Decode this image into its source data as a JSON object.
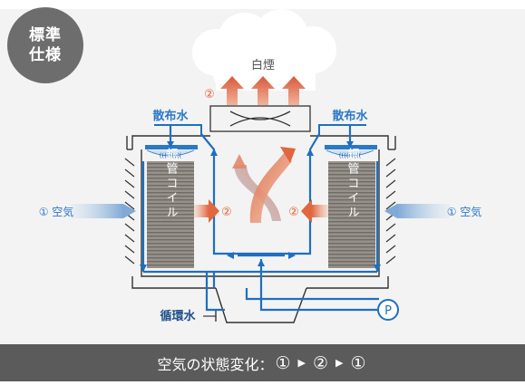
{
  "badge": {
    "line1": "標準",
    "line2": "仕様"
  },
  "cloud": {
    "label": "白煙"
  },
  "labels": {
    "spray_left": "散布水",
    "spray_right": "散布水",
    "coil_left": "銅管コイル",
    "coil_right": "銅管コイル",
    "air_left": "① 空気",
    "air_right": "① 空気",
    "state2": "②",
    "circulating_water": "循環水",
    "pump": "P"
  },
  "caption": {
    "prefix": "空気の状態変化：",
    "step1": "①",
    "step2": "②",
    "step3": "①",
    "arrow": "▶"
  },
  "colors": {
    "background": "#f3f3f3",
    "water_blue": "#1e6fc0",
    "label_blue": "#2a78c8",
    "state_orange": "#e8623a",
    "hot_air": "#d9643e",
    "air_blue_light": "#a9c8e6",
    "coil_gray": "#8a8580",
    "caption_bg": "#5b5b5b"
  }
}
